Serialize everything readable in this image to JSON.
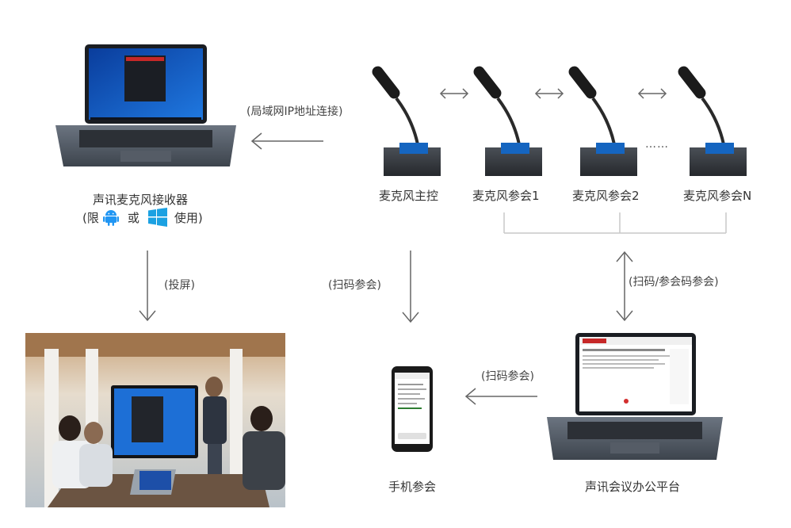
{
  "labels": {
    "receiver": "声讯麦克风接收器",
    "limit_open": "(限",
    "or": "或",
    "use_close": "使用)",
    "lan_connect": "(局域网IP地址连接)",
    "cast_screen": "(投屏)",
    "scan_join_center": "(扫码参会)",
    "scan_join_code": "(扫码/参会码参会)",
    "scan_join_left": "(扫码参会)",
    "mic_master": "麦克风主控",
    "mic_p1": "麦克风参会1",
    "mic_p2": "麦克风参会2",
    "mic_pn": "麦克风参会N",
    "ellipsis": "……",
    "phone_join": "手机参会",
    "platform": "声讯会议办公平台"
  },
  "icons": {
    "android": "android-icon",
    "windows": "windows-icon"
  },
  "colors": {
    "accent_blue": "#1e88e5",
    "android_blue": "#2196f3",
    "windows_blue": "#1ba1e2",
    "arrow_gray": "#666666",
    "bracket_gray": "#cccccc"
  }
}
